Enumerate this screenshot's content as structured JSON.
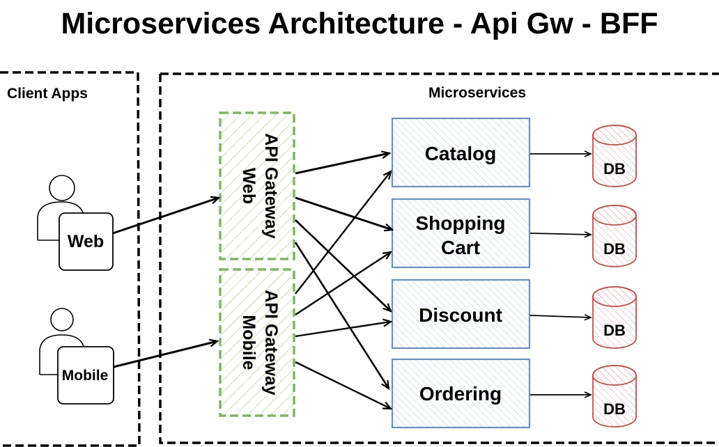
{
  "title": "Microservices Architecture - Api Gw - BFF",
  "groups": {
    "client_apps": "Client Apps",
    "microservices": "Microservices"
  },
  "clients": [
    {
      "id": "web",
      "label": "Web"
    },
    {
      "id": "mobile",
      "label": "Mobile"
    }
  ],
  "gateways": [
    {
      "id": "gw-web",
      "line1": "API Gateway",
      "line2": "Web"
    },
    {
      "id": "gw-mobile",
      "line1": "API Gateway",
      "line2": "Mobile"
    }
  ],
  "services": [
    {
      "id": "catalog",
      "lines": [
        "Catalog"
      ]
    },
    {
      "id": "shopping-cart",
      "lines": [
        "Shopping",
        "Cart"
      ]
    },
    {
      "id": "discount",
      "lines": [
        "Discount"
      ]
    },
    {
      "id": "ordering",
      "lines": [
        "Ordering"
      ]
    }
  ],
  "databases": [
    {
      "id": "db-catalog",
      "label": "DB"
    },
    {
      "id": "db-shopping-cart",
      "label": "DB"
    },
    {
      "id": "db-discount",
      "label": "DB"
    },
    {
      "id": "db-ordering",
      "label": "DB"
    }
  ],
  "edges": [
    {
      "from": "web",
      "to": "gw-web"
    },
    {
      "from": "mobile",
      "to": "gw-mobile"
    },
    {
      "from": "gw-web",
      "to": "catalog"
    },
    {
      "from": "gw-web",
      "to": "shopping-cart"
    },
    {
      "from": "gw-web",
      "to": "discount"
    },
    {
      "from": "gw-web",
      "to": "ordering"
    },
    {
      "from": "gw-mobile",
      "to": "catalog"
    },
    {
      "from": "gw-mobile",
      "to": "shopping-cart"
    },
    {
      "from": "gw-mobile",
      "to": "discount"
    },
    {
      "from": "gw-mobile",
      "to": "ordering"
    },
    {
      "from": "catalog",
      "to": "db-catalog"
    },
    {
      "from": "shopping-cart",
      "to": "db-shopping-cart"
    },
    {
      "from": "discount",
      "to": "db-discount"
    },
    {
      "from": "ordering",
      "to": "db-ordering"
    }
  ],
  "colors": {
    "gateway_stroke": "#82b366",
    "gateway_hatch": "#c9e0b8",
    "service_stroke": "#6c8ebf",
    "service_hatch": "#c8d7ee",
    "db_stroke": "#b85450",
    "db_hatch": "#f0b8b5"
  }
}
